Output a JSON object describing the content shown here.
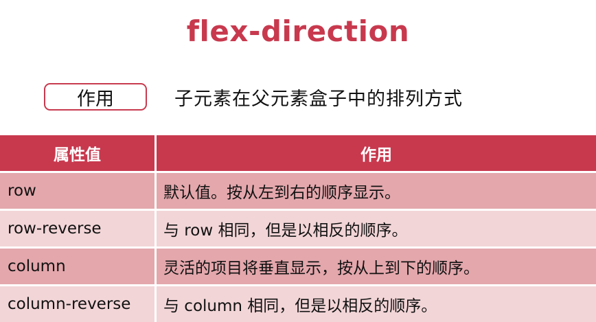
{
  "title": "flex-direction",
  "purpose": {
    "label": "作用",
    "description": "子元素在父元素盒子中的排列方式"
  },
  "table": {
    "headers": [
      "属性值",
      "作用"
    ],
    "rows": [
      {
        "value": "row",
        "effect": "默认值。按从左到右的顺序显示。"
      },
      {
        "value": "row-reverse",
        "effect": "与 row 相同，但是以相反的顺序。"
      },
      {
        "value": "column",
        "effect": "灵活的项目将垂直显示，按从上到下的顺序。"
      },
      {
        "value": "column-reverse",
        "effect": "与 column 相同，但是以相反的顺序。"
      }
    ]
  },
  "colors": {
    "accent": "#c8394e",
    "row_dark": "#e3a7ac",
    "row_light": "#f2d5d7"
  }
}
